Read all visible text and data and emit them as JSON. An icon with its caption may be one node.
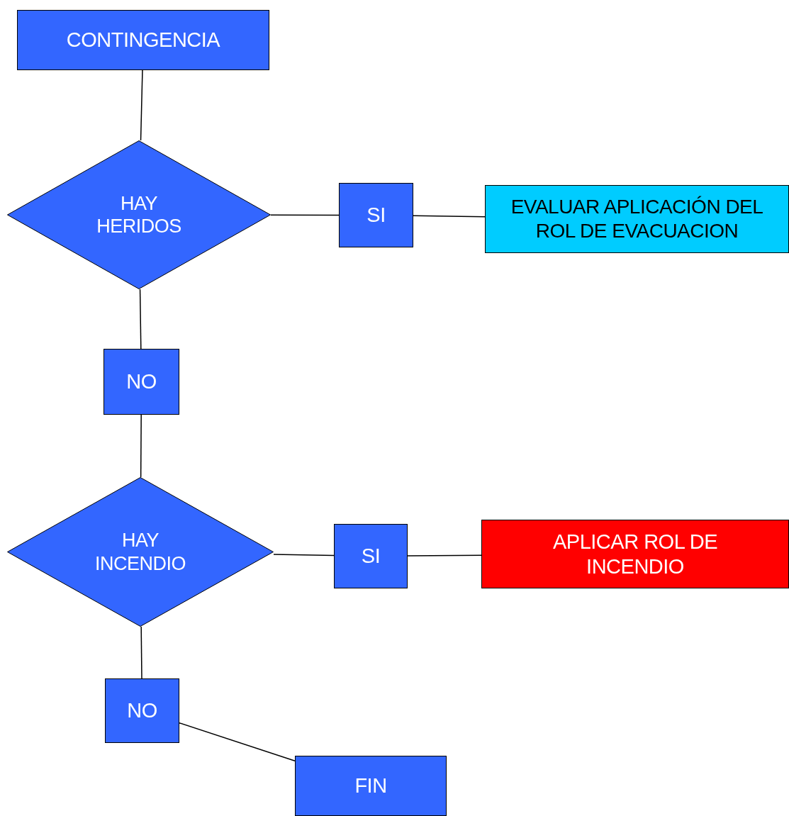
{
  "diagram": {
    "nodes": [
      {
        "text": [
          "CONTINGENCIA"
        ]
      },
      {
        "text": [
          "HAY HERIDOS"
        ]
      },
      {
        "text": [
          "SI"
        ]
      },
      {
        "text": [
          "EVALUAR APLICACIÓN DEL ROL DE EVACUACION"
        ]
      },
      {
        "text": [
          "NO"
        ]
      },
      {
        "text": [
          "HAY INCENDIO"
        ]
      },
      {
        "text": [
          "SI"
        ]
      },
      {
        "text": [
          "APLICAR ROL DE INCENDIO"
        ]
      },
      {
        "text": [
          "NO"
        ]
      },
      {
        "text": [
          "FIN"
        ]
      }
    ],
    "edges": [
      {
        "from": 0,
        "to": 1,
        "arrow": "none"
      },
      {
        "from": 1,
        "to": 2,
        "arrow": "none"
      },
      {
        "from": 2,
        "to": 3,
        "arrow": "none"
      },
      {
        "from": 1,
        "to": 4,
        "arrow": "none"
      },
      {
        "from": 4,
        "to": 5,
        "arrow": "none"
      },
      {
        "from": 5,
        "to": 6,
        "arrow": "none"
      },
      {
        "from": 6,
        "to": 7,
        "arrow": "none"
      },
      {
        "from": 5,
        "to": 8,
        "arrow": "none"
      },
      {
        "from": 8,
        "to": 9,
        "arrow": "none"
      }
    ]
  }
}
